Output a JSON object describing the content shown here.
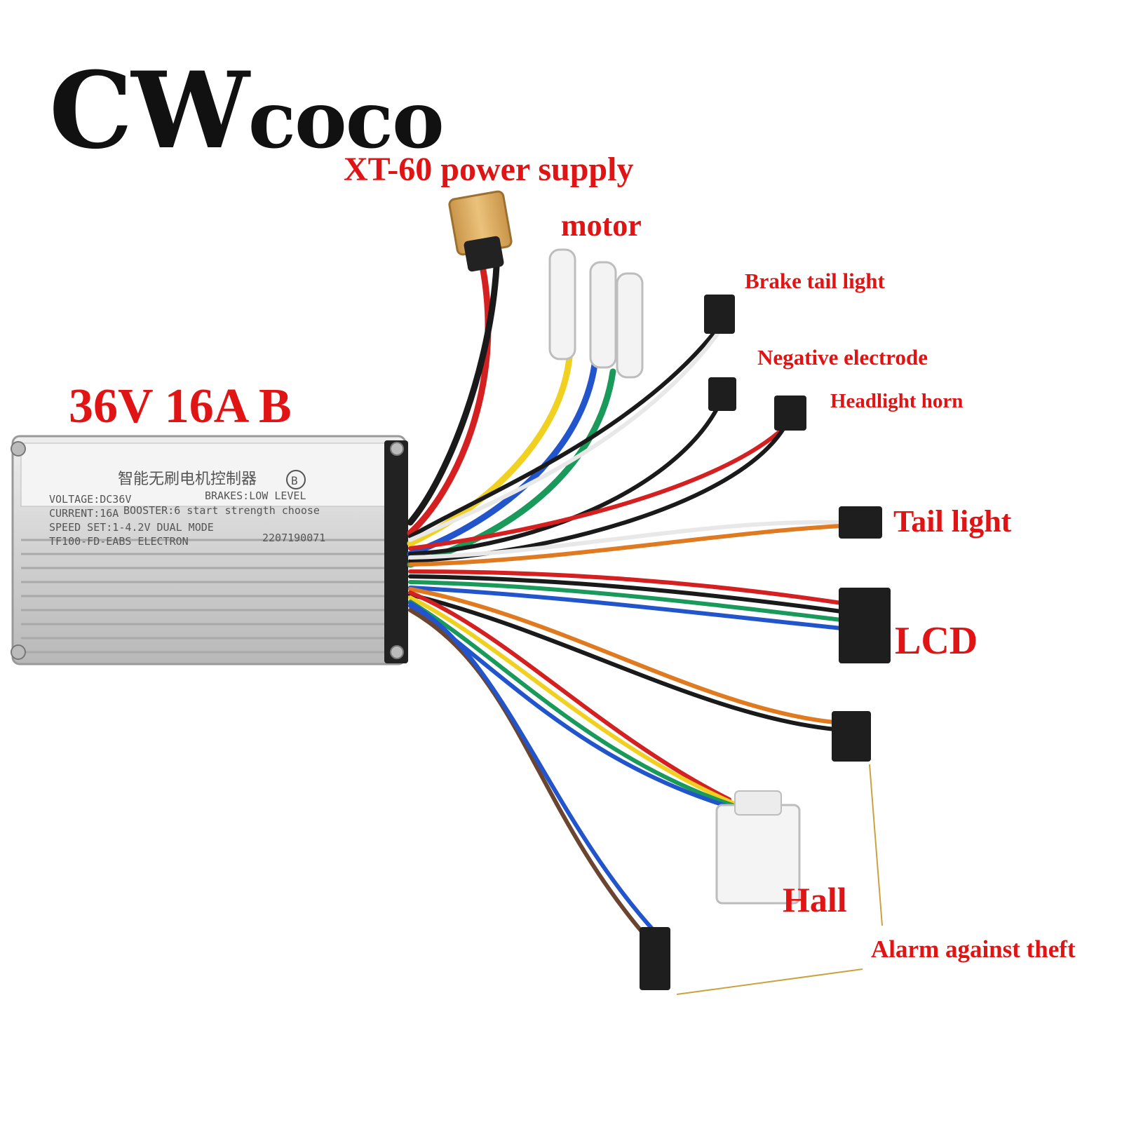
{
  "brand": {
    "cap": "CW",
    "rest": "coco"
  },
  "spec_title": "36V 16A B",
  "labels": {
    "power": "XT-60 power supply",
    "motor": "motor",
    "brake_tail_light": "Brake tail light",
    "negative_electrode": "Negative electrode",
    "headlight_horn": "Headlight horn",
    "tail_light": "Tail light",
    "lcd": "LCD",
    "hall": "Hall",
    "alarm": "Alarm against theft"
  },
  "controller_plate": {
    "title": "智能无刷电机控制器",
    "mark": "B",
    "voltage": "VOLTAGE:DC36V",
    "brakes": "BRAKES:LOW LEVEL",
    "current": "CURRENT:16A",
    "booster": "BOOSTER:6 start strength choose",
    "speed": "SPEED SET:1-4.2V DUAL MODE",
    "model": "TF100-FD-EABS ELECTRON",
    "serial": "2207190071"
  },
  "colors": {
    "label_red": "#e01414",
    "brand_black": "#111111",
    "wire_red": "#d42020",
    "wire_black": "#1a1a1a",
    "wire_yellow": "#f0d020",
    "wire_blue": "#2255cc",
    "wire_green": "#1a9a5a",
    "wire_orange": "#e07a20",
    "wire_brown": "#6b4530",
    "wire_white": "#e8e8e8",
    "connector_xt60": "#e3b565",
    "casing": "#d6d6d6"
  }
}
